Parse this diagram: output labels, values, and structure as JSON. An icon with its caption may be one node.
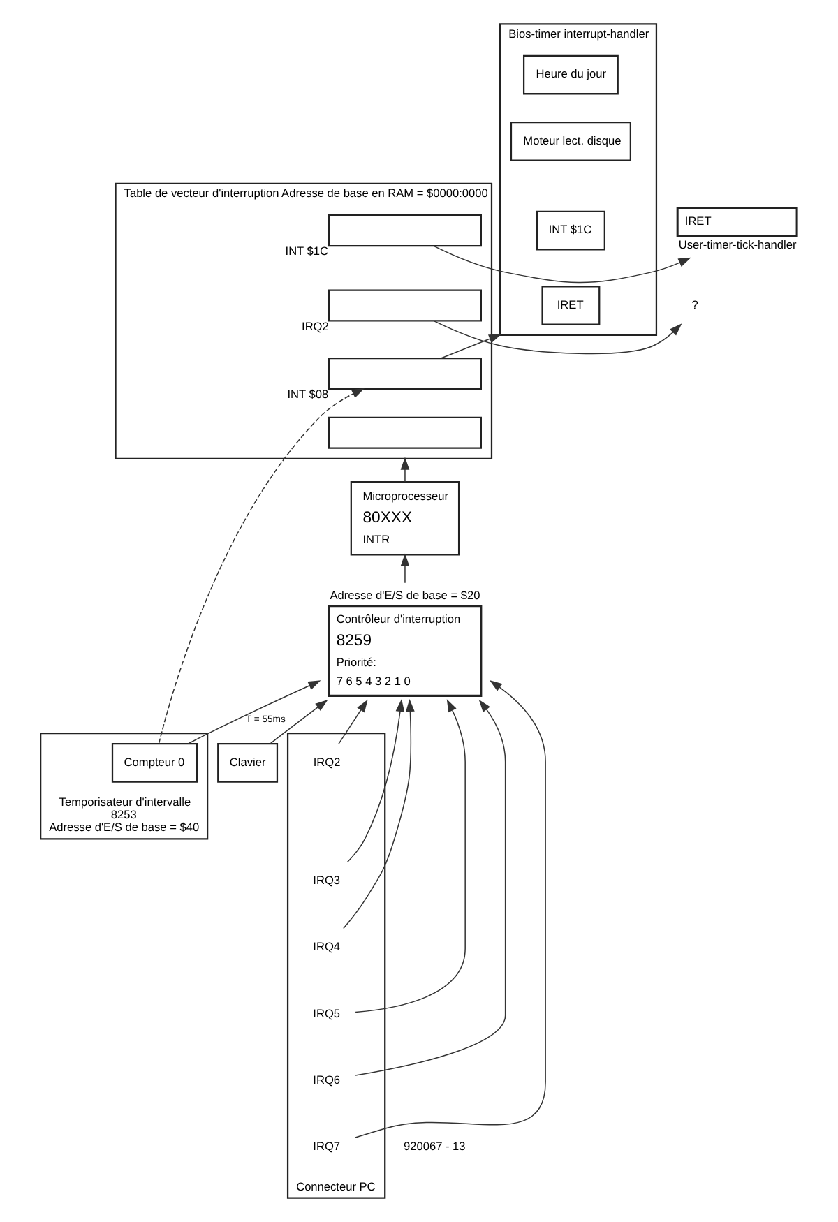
{
  "diagram": {
    "nodes": [
      {
        "text": [
          "Table de vecteur d'interruption Adresse de base en RAM = $0000:0000"
        ]
      },
      {
        "text": [],
        "shape": "box",
        "beside": [
          "INT $1C"
        ],
        "in": 0
      },
      {
        "text": [],
        "shape": "box",
        "beside": [
          "IRQ2"
        ],
        "in": 0
      },
      {
        "text": [],
        "shape": "box",
        "beside": [
          "INT $08"
        ],
        "in": 0
      },
      {
        "text": [],
        "shape": "box",
        "in": 0
      },
      {
        "text": [
          "IRET"
        ],
        "beside": [
          "User-timer-tick-handler"
        ]
      },
      {
        "text": [
          "?"
        ]
      },
      {
        "text": [
          "Bios-timer interrupt-handler"
        ]
      },
      {
        "text": [
          "Heure du jour"
        ],
        "in": 7
      },
      {
        "text": [
          "Moteur lect. disque"
        ],
        "in": 7
      },
      {
        "text": [
          "INT $1C"
        ],
        "in": 7
      },
      {
        "text": [
          "IRET"
        ],
        "in": 7
      },
      {
        "text": [
          "Microprocesseur",
          "80XXX",
          "INTR"
        ]
      },
      {
        "text": [
          "Contrôleur d'interruption",
          "8259",
          "Priorité:",
          "7 6 5 4 3 2 1 0"
        ],
        "beside": [
          "Adresse d'E/S de base = $20"
        ]
      },
      {
        "text": [
          "Temporisateur d'intervalle",
          "8253"
        ],
        "beside": [
          "Adresse d'E/S de base = $40"
        ]
      },
      {
        "text": [
          "Compteur 0"
        ],
        "in": 14
      },
      {
        "text": [
          "Clavier"
        ]
      },
      {
        "text": [
          "Connecteur PC"
        ]
      },
      {
        "text": [
          "IRQ2"
        ],
        "in": 17
      },
      {
        "text": [
          "IRQ3"
        ],
        "in": 17
      },
      {
        "text": [
          "IRQ4"
        ],
        "in": 17
      },
      {
        "text": [
          "IRQ5"
        ],
        "in": 17
      },
      {
        "text": [
          "IRQ6"
        ],
        "in": 17
      },
      {
        "text": [
          "IRQ7"
        ],
        "in": 17
      }
    ],
    "edges": [
      {
        "from": 1,
        "to": 5,
        "arrow": "to"
      },
      {
        "from": 2,
        "to": 6,
        "arrow": "to"
      },
      {
        "from": 3,
        "to": 7,
        "arrow": "to"
      },
      {
        "from": 12,
        "to": 0,
        "arrow": "to"
      },
      {
        "from": 13,
        "to": 12,
        "arrow": "to"
      },
      {
        "from": 15,
        "to": 13,
        "arrow": "to",
        "label": "T = 55ms"
      },
      {
        "from": 15,
        "to": 3,
        "arrow": "to",
        "style": "dashed"
      },
      {
        "from": 16,
        "to": 13,
        "arrow": "to"
      },
      {
        "from": 18,
        "to": 13,
        "arrow": "to"
      },
      {
        "from": 19,
        "to": 13,
        "arrow": "to"
      },
      {
        "from": 20,
        "to": 13,
        "arrow": "to"
      },
      {
        "from": 21,
        "to": 13,
        "arrow": "to"
      },
      {
        "from": 22,
        "to": 13,
        "arrow": "to"
      },
      {
        "from": 23,
        "to": 13,
        "arrow": "to"
      }
    ],
    "labels": [
      "920067 - 13"
    ]
  }
}
